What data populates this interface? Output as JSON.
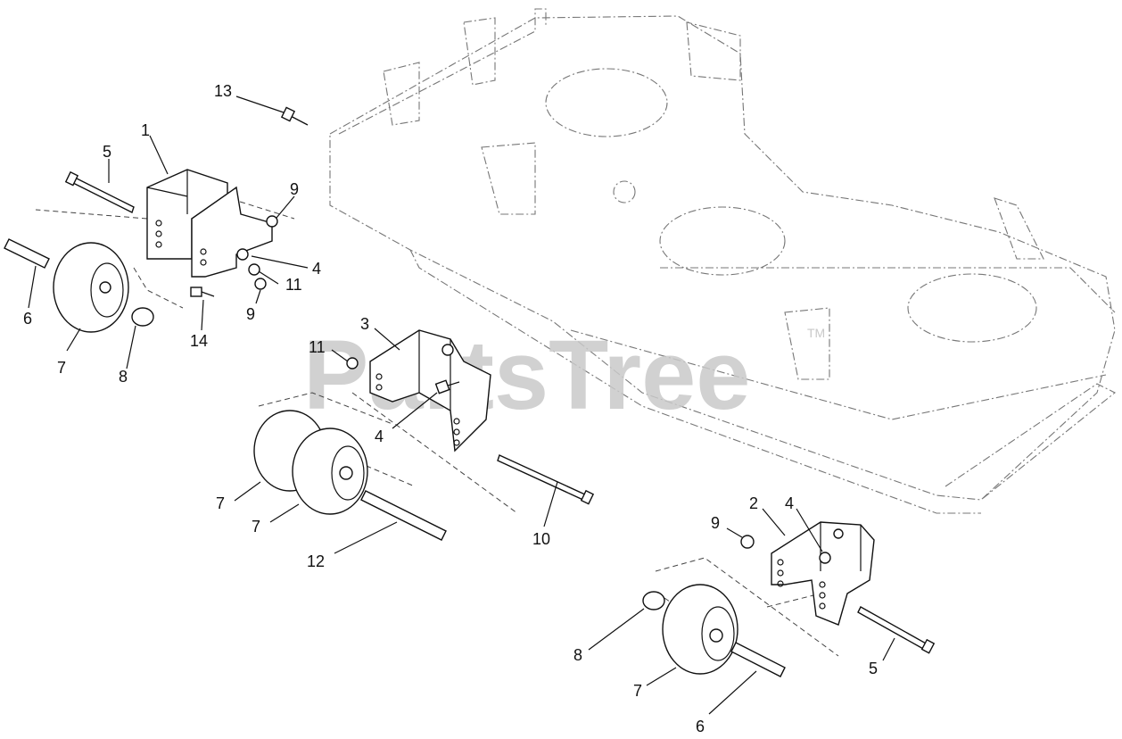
{
  "watermark": {
    "text": "PartsTree",
    "trademark": "TM"
  },
  "callouts": [
    {
      "id": "c13",
      "label": "13"
    },
    {
      "id": "c1",
      "label": "1"
    },
    {
      "id": "c5a",
      "label": "5"
    },
    {
      "id": "c9a",
      "label": "9"
    },
    {
      "id": "c4a",
      "label": "4"
    },
    {
      "id": "c11a",
      "label": "11"
    },
    {
      "id": "c9b",
      "label": "9"
    },
    {
      "id": "c6a",
      "label": "6"
    },
    {
      "id": "c7a",
      "label": "7"
    },
    {
      "id": "c8a",
      "label": "8"
    },
    {
      "id": "c14",
      "label": "14"
    },
    {
      "id": "c3",
      "label": "3"
    },
    {
      "id": "c11b",
      "label": "11"
    },
    {
      "id": "c4b",
      "label": "4"
    },
    {
      "id": "c7b",
      "label": "7"
    },
    {
      "id": "c7c",
      "label": "7"
    },
    {
      "id": "c12",
      "label": "12"
    },
    {
      "id": "c10",
      "label": "10"
    },
    {
      "id": "c2",
      "label": "2"
    },
    {
      "id": "c4c",
      "label": "4"
    },
    {
      "id": "c9c",
      "label": "9"
    },
    {
      "id": "c8b",
      "label": "8"
    },
    {
      "id": "c5b",
      "label": "5"
    },
    {
      "id": "c7d",
      "label": "7"
    },
    {
      "id": "c6b",
      "label": "6"
    }
  ]
}
